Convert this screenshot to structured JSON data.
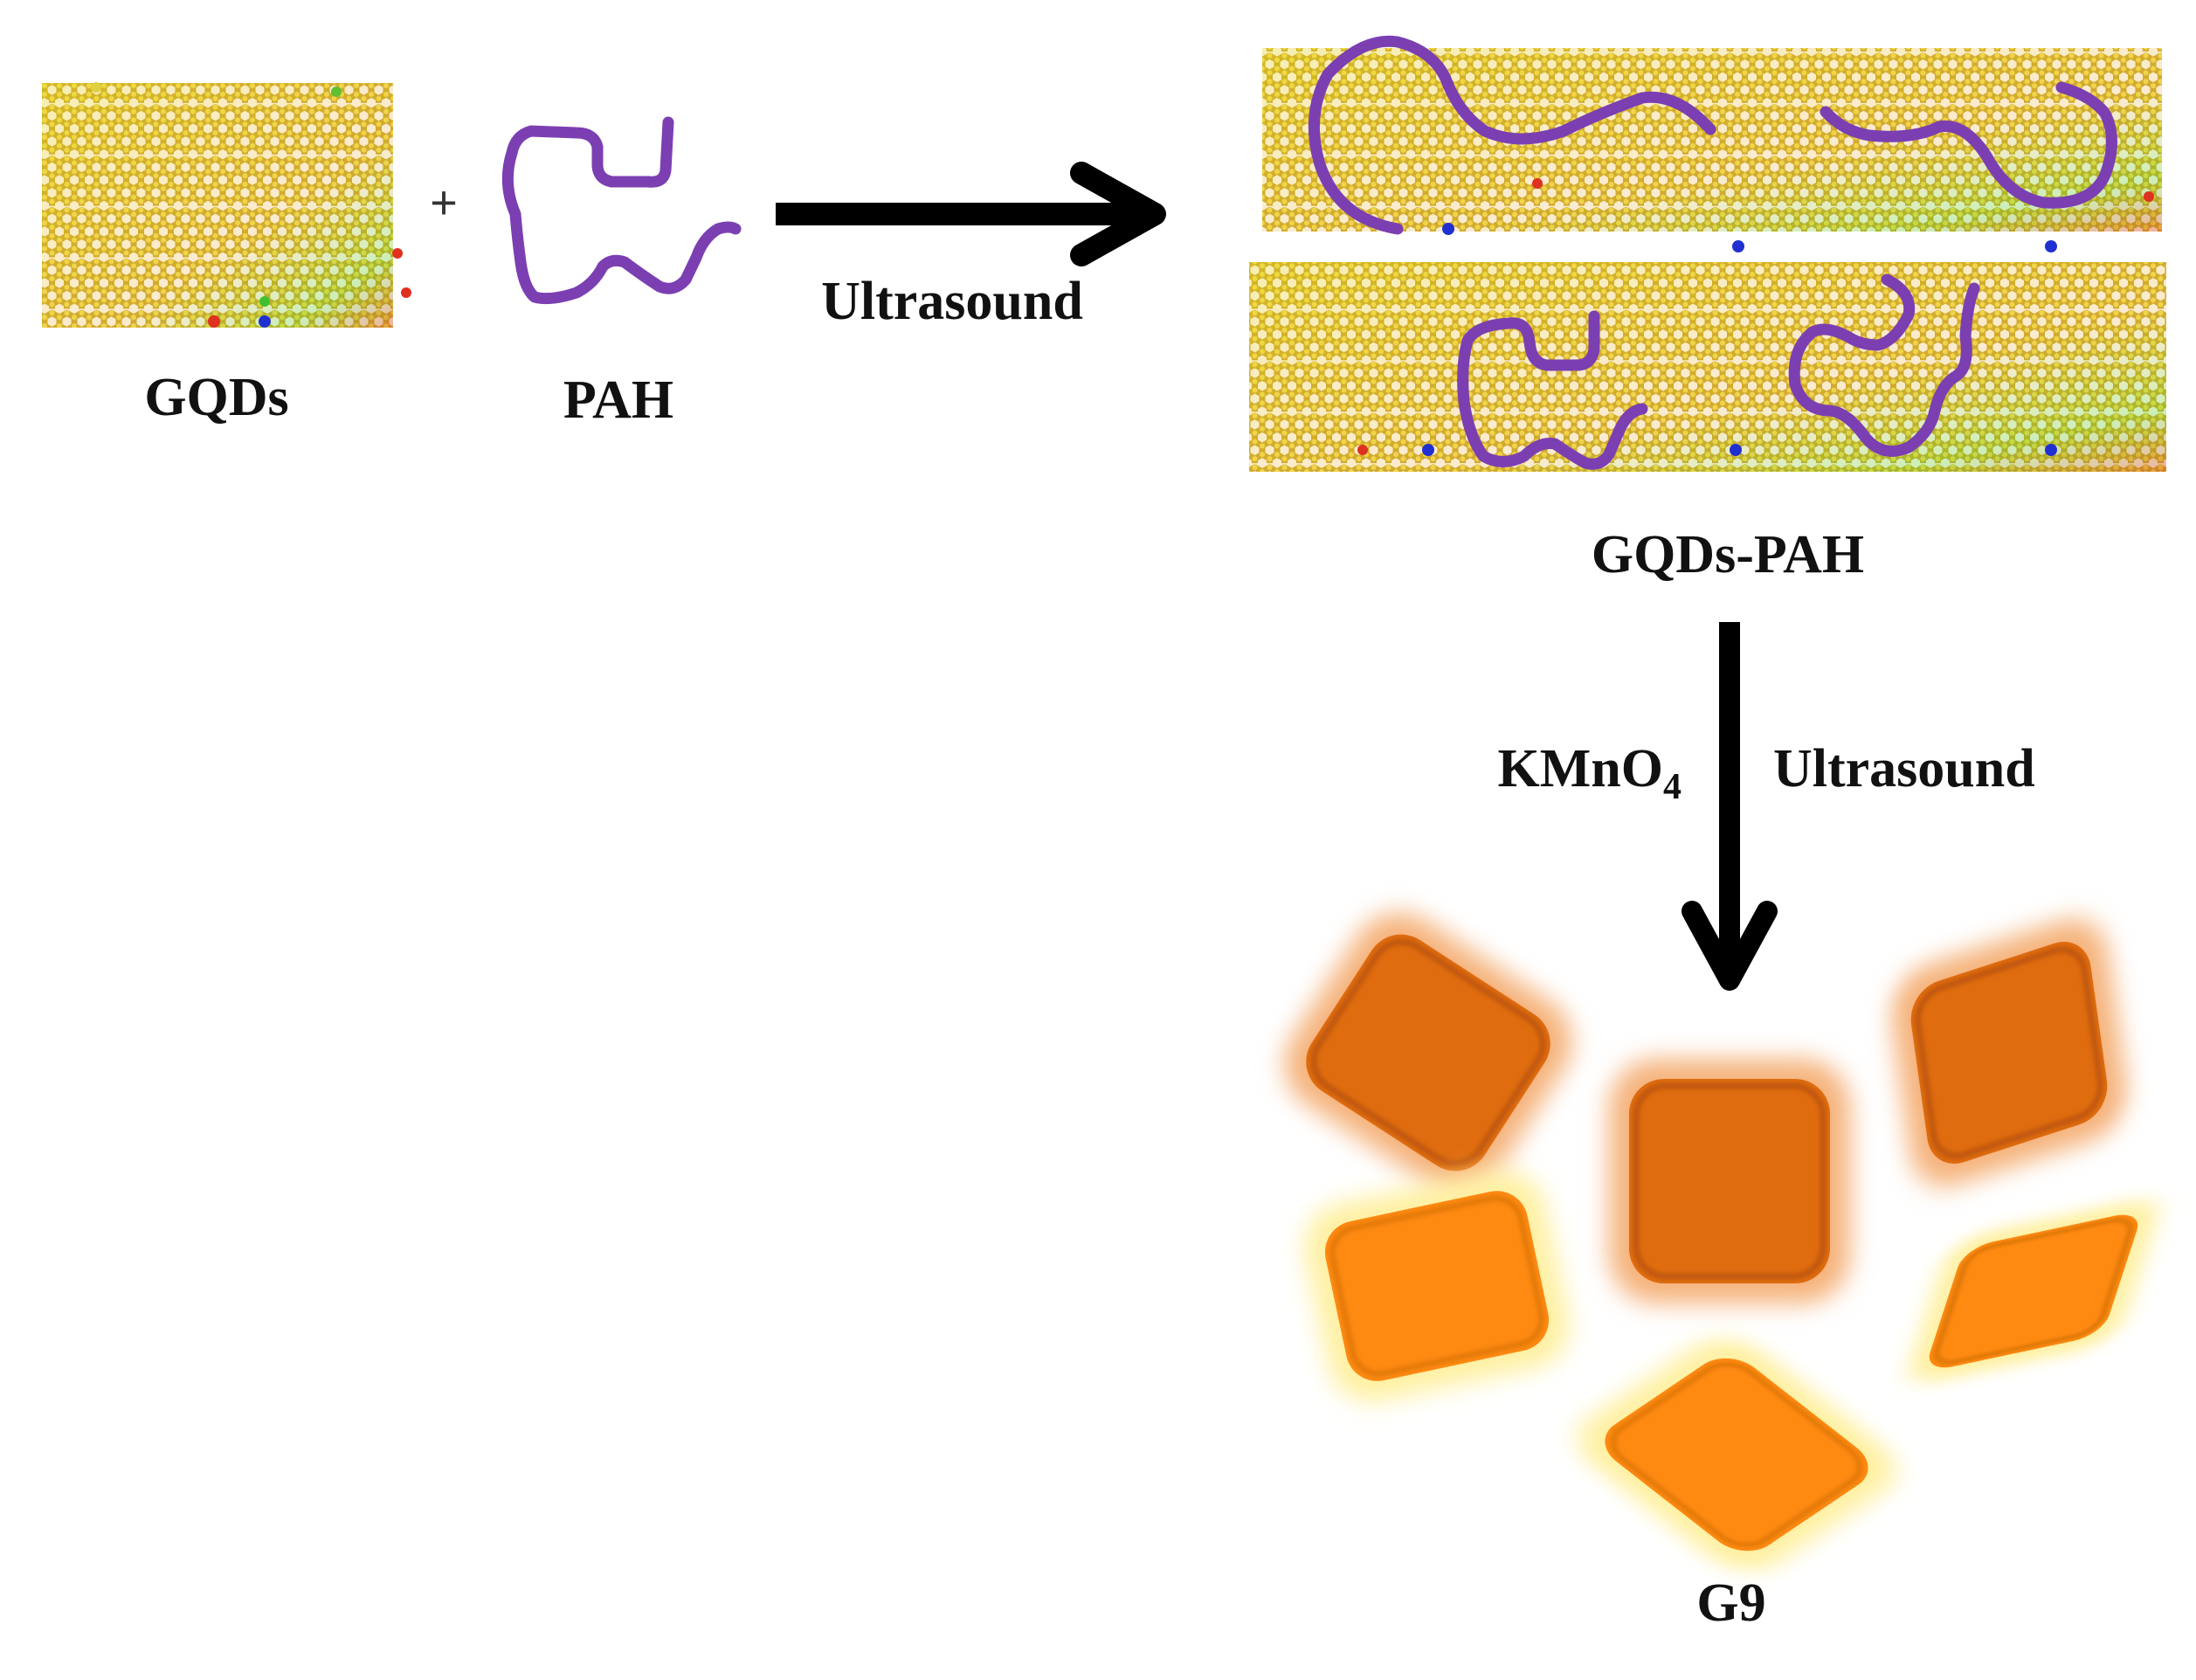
{
  "labels": {
    "gqds": "GQDs",
    "plus": "+",
    "pah": "PAH",
    "step1_condition": "Ultrasound",
    "gqds_pah": "GQDs-PAH",
    "step2_reagent_main": "KMnO",
    "step2_reagent_subscript": "4",
    "step2_condition": "Ultrasound",
    "product": "G9"
  },
  "colors": {
    "polymer": "#7B3FB2",
    "arrow": "#000000",
    "crystal_dark": "#E06C10",
    "crystal_light": "#FF8A12",
    "glow_orange": "#F5B27A",
    "glow_yellow": "#FFF0A0",
    "atom_red": "#E03020",
    "atom_blue": "#2030D0"
  },
  "icons": {
    "graphene_sheet": "graphene-quantum-dot-lattice",
    "polymer_chain": "pah-polymer-chain-squiggle",
    "reaction_arrow": "right-arrow",
    "second_arrow": "down-arrow",
    "product_particles": "orange-nanocrystal-tiles"
  }
}
